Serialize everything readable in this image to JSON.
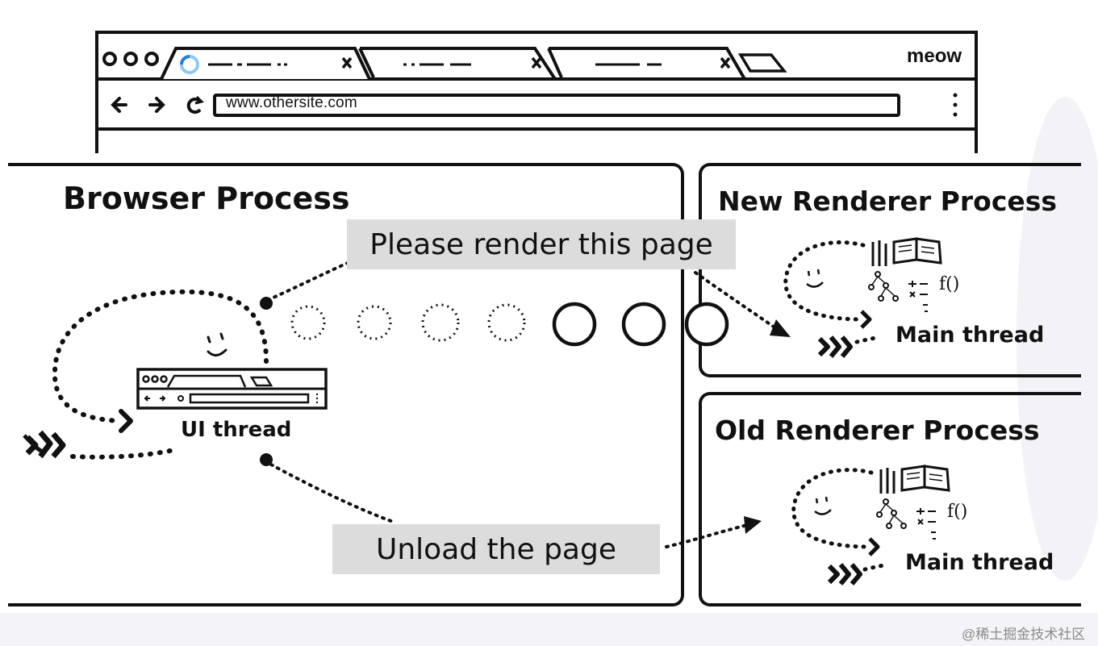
{
  "browser": {
    "url": "www.othersite.com",
    "profile_name": "meow"
  },
  "processes": {
    "browser": {
      "title": "Browser Process",
      "thread_label": "UI thread"
    },
    "new_renderer": {
      "title": "New Renderer Process",
      "thread_label": "Main thread"
    },
    "old_renderer": {
      "title": "Old Renderer Process",
      "thread_label": "Main thread"
    }
  },
  "messages": {
    "render": "Please render this page",
    "unload": "Unload the page"
  },
  "icons": {
    "function_glyph": "f()"
  },
  "watermark": "@稀土掘金技术社区"
}
